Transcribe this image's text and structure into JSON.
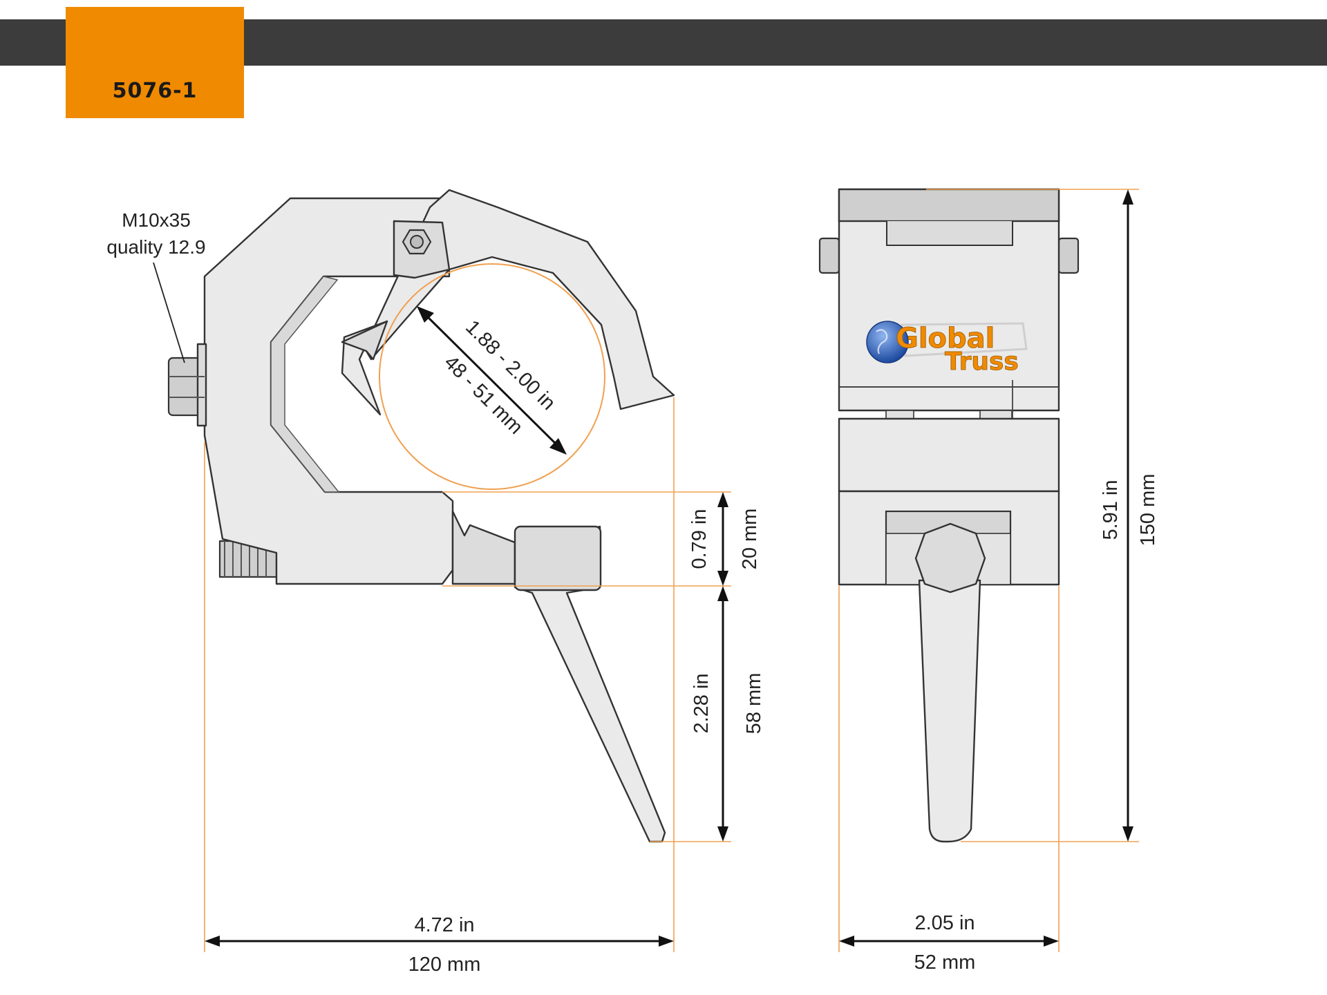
{
  "header": {
    "part_number": "5076-1"
  },
  "labels": {
    "bolt_spec_line1": "M10x35",
    "bolt_spec_line2": "quality 12.9",
    "tube_range_in": "1.88 - 2.00 in",
    "tube_range_mm": "48 - 51 mm",
    "gap_in": "0.79 in",
    "gap_mm": "20 mm",
    "lever_in": "2.28 in",
    "lever_mm": "58 mm",
    "height_in": "5.91 in",
    "height_mm": "150 mm",
    "side_width_in": "4.72 in",
    "side_width_mm": "120 mm",
    "front_width_in": "2.05 in",
    "front_width_mm": "52 mm",
    "logo_word1": "Global",
    "logo_word2": "Truss"
  },
  "colors": {
    "accent": "#f08a00",
    "bar": "#3c3c3c",
    "globe": "#2a5db0"
  }
}
